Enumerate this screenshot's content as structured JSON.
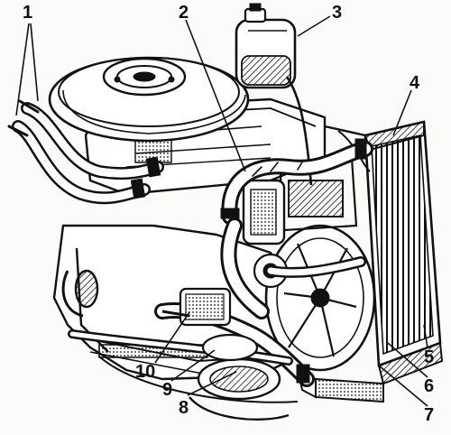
{
  "callouts": [
    {
      "id": "1",
      "label": "1"
    },
    {
      "id": "2",
      "label": "2"
    },
    {
      "id": "3",
      "label": "3"
    },
    {
      "id": "4",
      "label": "4"
    },
    {
      "id": "5",
      "label": "5"
    },
    {
      "id": "6",
      "label": "6"
    },
    {
      "id": "7",
      "label": "7"
    },
    {
      "id": "8",
      "label": "8"
    },
    {
      "id": "9",
      "label": "9"
    },
    {
      "id": "10",
      "label": "10"
    }
  ],
  "colors": {
    "ink": "#111111",
    "paper": "#fbfbf9"
  }
}
